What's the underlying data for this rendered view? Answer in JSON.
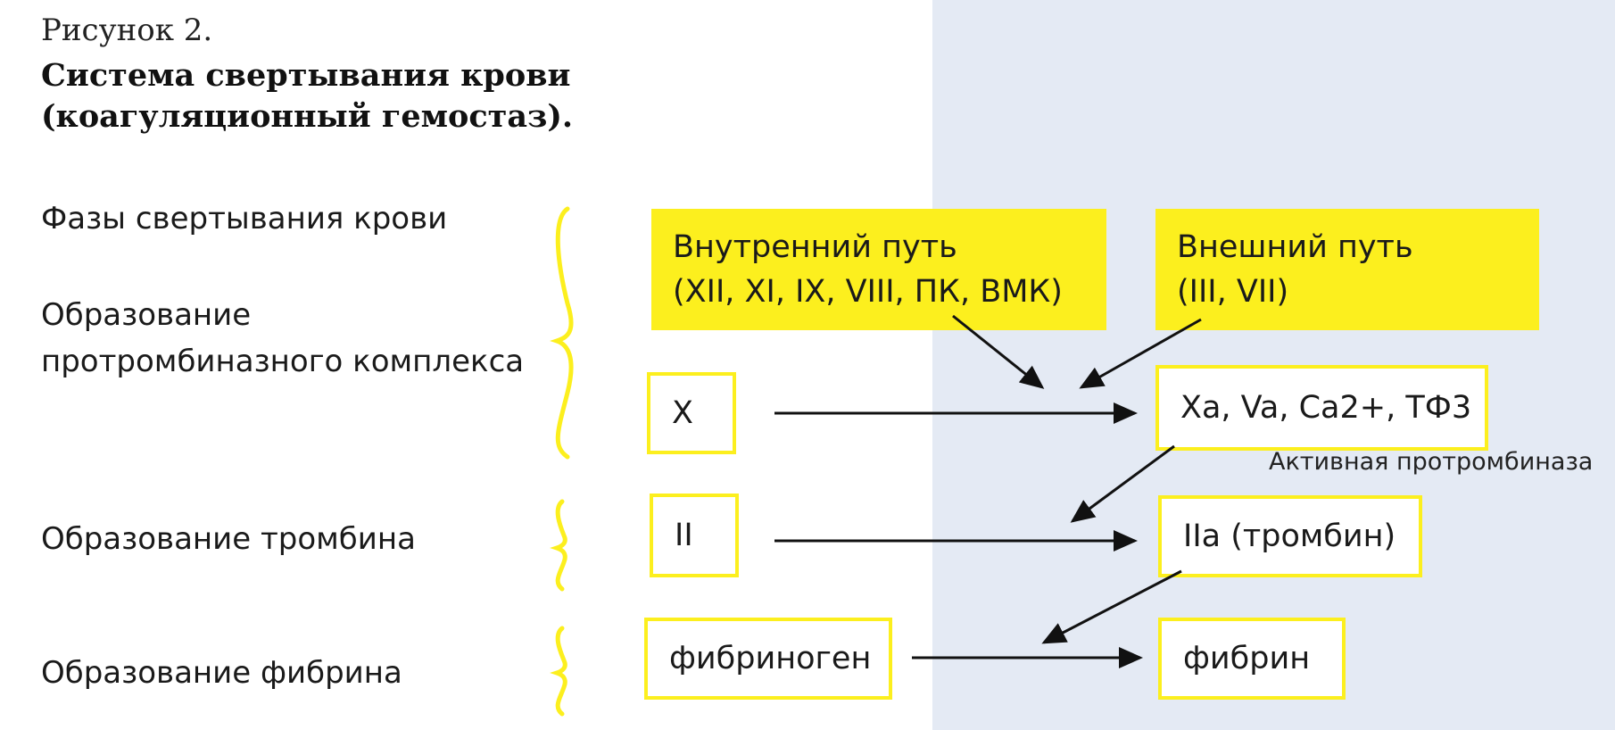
{
  "figure": {
    "number": "Рисунок 2.",
    "title_line1": "Система свертывания крови",
    "title_line2": "(коагуляционный гемостаз)."
  },
  "phases": {
    "header": "Фазы свертывания крови",
    "prothrombinase_line1": "Образование",
    "prothrombinase_line2": "протромбиназного комплекса",
    "thrombin": "Образование тромбина",
    "fibrin": "Образование фибрина"
  },
  "intrinsic": {
    "title": "Внутренний путь",
    "factors": "(XII, XI, IX, VIII, ПК, ВМК)"
  },
  "extrinsic": {
    "title": "Внешний путь",
    "factors": "(III, VII)"
  },
  "nodes": {
    "x": "X",
    "xa_complex": "Xa, Va, Ca2+, ТФ3",
    "prothrombin": "II",
    "thrombin": "IIa (тромбин)",
    "fibrinogen": "фибриноген",
    "fibrin": "фибрин"
  },
  "notes": {
    "active_prothrombinase": "Активная протромбиназа"
  },
  "colors": {
    "accent_yellow": "#fcef1e",
    "right_panel": "#e4eaf4",
    "arrow": "#111111"
  }
}
